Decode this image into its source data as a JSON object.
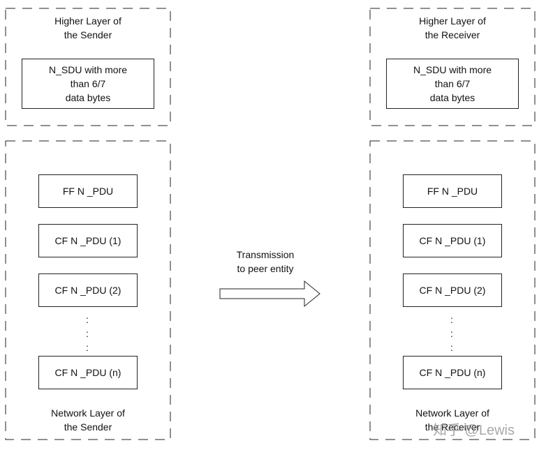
{
  "sender": {
    "higher_layer_title": "Higher Layer of\nthe Sender",
    "sdu_box": "N_SDU with more\nthan  6/7\ndata bytes",
    "network_layer_title": "Network Layer of\nthe Sender",
    "pdus": [
      "FF N _PDU",
      "CF N _PDU  (1)",
      "CF N _PDU  (2)",
      "CF N _PDU  (n)"
    ],
    "dots": ":\n:\n:"
  },
  "receiver": {
    "higher_layer_title": "Higher Layer of\nthe Receiver",
    "sdu_box": "N_SDU with more\nthan  6/7\ndata bytes",
    "network_layer_title": "Network Layer of\nthe Receiver",
    "pdus": [
      "FF N _PDU",
      "CF N _PDU  (1)",
      "CF N _PDU  (2)",
      "CF N _PDU  (n)"
    ],
    "dots": ":\n:\n:"
  },
  "transmission_label": "Transmission\nto peer entity",
  "watermark": "知乎 @Lewis",
  "colors": {
    "line": "#222222",
    "watermark": "#9a9a9a"
  }
}
